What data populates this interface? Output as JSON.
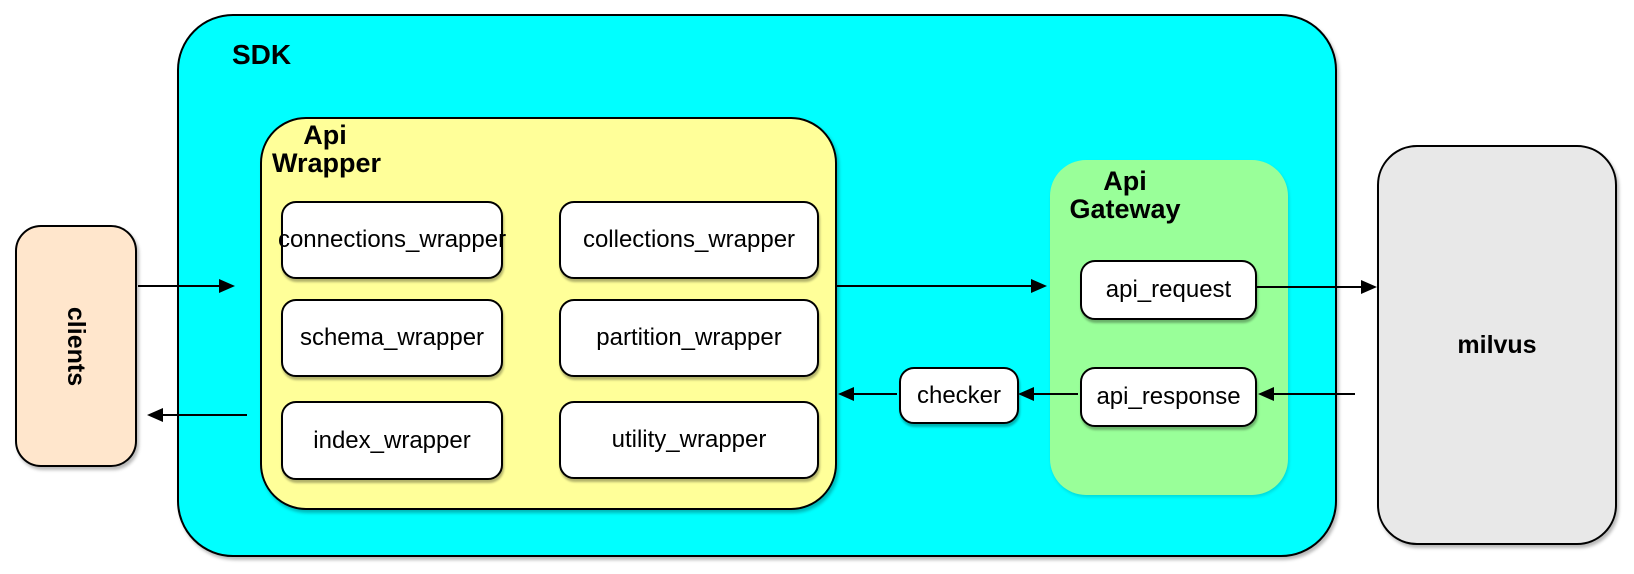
{
  "diagram": {
    "clients": {
      "label": "clients",
      "fill": "#FFE6CC"
    },
    "sdk": {
      "label": "SDK",
      "fill": "#00FFFF",
      "api_wrapper": {
        "label": "Api\nWrapper",
        "fill": "#FFFF99",
        "nodes": [
          {
            "label": "connections_wrapper"
          },
          {
            "label": "collections_wrapper"
          },
          {
            "label": "schema_wrapper"
          },
          {
            "label": "partition_wrapper"
          },
          {
            "label": "index_wrapper"
          },
          {
            "label": "utility_wrapper"
          }
        ]
      },
      "checker": {
        "label": "checker",
        "fill": "#FFFFFF"
      },
      "api_gateway": {
        "label": "Api\nGateway",
        "fill": "#99FF99",
        "nodes": [
          {
            "label": "api_request"
          },
          {
            "label": "api_response"
          }
        ]
      }
    },
    "milvus": {
      "label": "milvus",
      "fill": "#E8E8E8"
    },
    "line_color": "#000000"
  }
}
